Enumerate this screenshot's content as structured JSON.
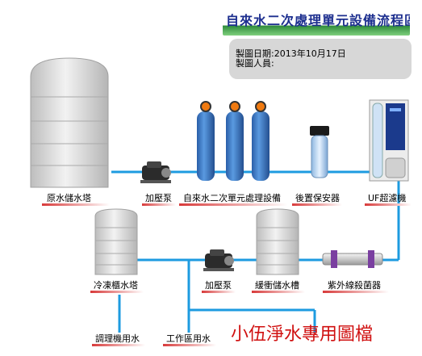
{
  "diagram": {
    "title": "自來水二次處理單元設備流程區塊圖",
    "info": {
      "date_line": "製圖日期:2013年10月17日",
      "author_line": "製圖人員:"
    },
    "labels": {
      "raw_tank": "原水儲水塔",
      "booster_pump_1": "加壓泵",
      "treatment_unit": "自來水二次單元處理設備",
      "post_filter": "後置保安器",
      "uf_unit": "UF超濾機",
      "cold_tank": "冷凍櫃水塔",
      "booster_pump_2": "加壓泵",
      "buffer_tank": "緩衝儲水槽",
      "uv_sterilizer": "紫外線殺菌器",
      "ac_water": "調理機用水",
      "work_area_water": "工作區用水"
    },
    "watermark": "小伍淨水專用圖檔",
    "colors": {
      "pipe": "#1d9be0",
      "vessel": "#3d78c8",
      "tank": "#d8d8d8",
      "title_text": "#1d2f8f",
      "watermark": "#d01010"
    },
    "icons": [
      "pump-icon",
      "water-tank-icon",
      "filter-vessel-icon",
      "cartridge-filter-icon",
      "uf-machine-icon",
      "uv-sterilizer-icon"
    ]
  }
}
